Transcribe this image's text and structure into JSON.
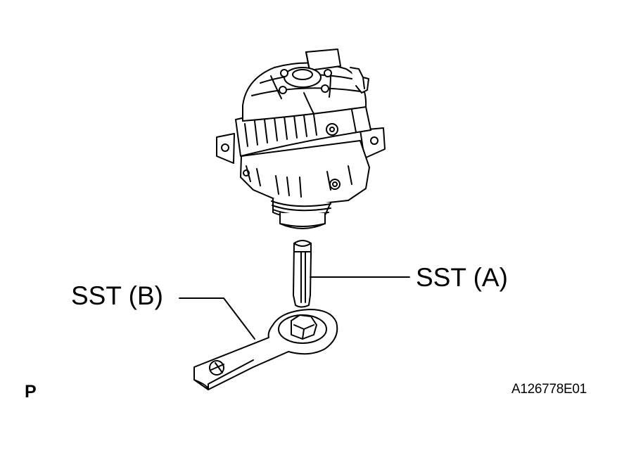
{
  "callouts": {
    "sst_a": "SST (A)",
    "sst_b": "SST (B)"
  },
  "marker": "P",
  "figure_id": "A126778E01",
  "colors": {
    "line": "#000000",
    "background": "#ffffff"
  },
  "icons": [
    "alternator-illustration",
    "sst-a-hex-bit-illustration",
    "sst-b-wrench-illustration"
  ]
}
